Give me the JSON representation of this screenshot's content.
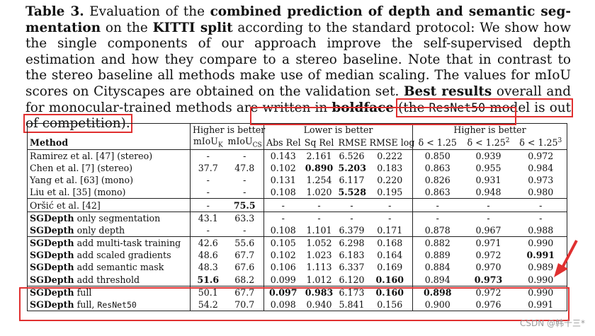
{
  "caption": {
    "label": "Table 3.",
    "t1": " Evaluation of the ",
    "b1": "combined prediction of depth and semantic seg-mentation",
    "t2": " on the ",
    "b2": "KITTI split",
    "t3": " according to the standard protocol: We show how the single components of our approach improve the self-supervised depth estimation and how they compare to a stereo baseline. Note that in contrast to the stereo baseline all methods make use of median scaling. The values for mIoU scores on Cityscapes are obtained on the validation set. ",
    "b3": "Best results",
    "t4": " overall and for monocular-trained methods are written in ",
    "b4": "boldface",
    "t5": " ",
    "hl_a": "(the ",
    "hl_mono": "ResNet50",
    "hl_b": " model is out of competition)."
  },
  "table": {
    "group_higher": "Higher is better",
    "group_lower": "Lower is better",
    "group_higher2": "Higher is better",
    "col_method": "Method",
    "col_miou_k": "mIoU",
    "col_miou_k_sub": "K",
    "col_miou_cs": "mIoU",
    "col_miou_cs_sub": "CS",
    "col_absrel": "Abs Rel",
    "col_sqrel": "Sq Rel",
    "col_rmse": "RMSE",
    "col_rmselog": "RMSE log",
    "col_d1": "δ < 1.25",
    "col_d2": "δ < 1.25",
    "col_d2_sup": "2",
    "col_d3": "δ < 1.25",
    "col_d3_sup": "3",
    "rows": [
      {
        "method": "Ramirez et al. [47] (stereo)",
        "mk": "-",
        "mcs": "-",
        "absrel": "0.143",
        "sqrel": "2.161",
        "rmse": "6.526",
        "rmselog": "0.222",
        "d1": "0.850",
        "d2": "0.939",
        "d3": "0.972"
      },
      {
        "method": "Chen et al. [7] (stereo)",
        "mk": "37.7",
        "mcs": "47.8",
        "absrel": "0.102",
        "sqrel": "0.890",
        "rmse": "5.203",
        "rmselog": "0.183",
        "d1": "0.863",
        "d2": "0.955",
        "d3": "0.984"
      },
      {
        "method": "Yang et al. [63] (mono)",
        "mk": "-",
        "mcs": "-",
        "absrel": "0.131",
        "sqrel": "1.254",
        "rmse": "6.117",
        "rmselog": "0.220",
        "d1": "0.826",
        "d2": "0.931",
        "d3": "0.973"
      },
      {
        "method": "Liu et al. [35] (mono)",
        "mk": "-",
        "mcs": "-",
        "absrel": "0.108",
        "sqrel": "1.020",
        "rmse": "5.528",
        "rmselog": "0.195",
        "d1": "0.863",
        "d2": "0.948",
        "d3": "0.980"
      },
      {
        "method": "Oršić et al. [42]",
        "mk": "-",
        "mcs": "75.5",
        "absrel": "-",
        "sqrel": "-",
        "rmse": "-",
        "rmselog": "-",
        "d1": "-",
        "d2": "-",
        "d3": "-"
      },
      {
        "m_bold": "SGDepth",
        "m_rest": " only segmentation",
        "mk": "43.1",
        "mcs": "63.3",
        "absrel": "-",
        "sqrel": "-",
        "rmse": "-",
        "rmselog": "-",
        "d1": "-",
        "d2": "-",
        "d3": "-"
      },
      {
        "m_bold": "SGDepth",
        "m_rest": " only depth",
        "mk": "-",
        "mcs": "-",
        "absrel": "0.108",
        "sqrel": "1.101",
        "rmse": "6.379",
        "rmselog": "0.171",
        "d1": "0.878",
        "d2": "0.967",
        "d3": "0.988"
      },
      {
        "m_bold": "SGDepth",
        "m_rest": " add multi-task training",
        "mk": "42.6",
        "mcs": "55.6",
        "absrel": "0.105",
        "sqrel": "1.052",
        "rmse": "6.298",
        "rmselog": "0.168",
        "d1": "0.882",
        "d2": "0.971",
        "d3": "0.990"
      },
      {
        "m_bold": "SGDepth",
        "m_rest": " add scaled gradients",
        "mk": "48.6",
        "mcs": "67.7",
        "absrel": "0.102",
        "sqrel": "1.023",
        "rmse": "6.183",
        "rmselog": "0.164",
        "d1": "0.889",
        "d2": "0.972",
        "d3": "0.991"
      },
      {
        "m_bold": "SGDepth",
        "m_rest": " add semantic mask",
        "mk": "48.3",
        "mcs": "67.6",
        "absrel": "0.106",
        "sqrel": "1.113",
        "rmse": "6.337",
        "rmselog": "0.169",
        "d1": "0.884",
        "d2": "0.970",
        "d3": "0.989"
      },
      {
        "m_bold": "SGDepth",
        "m_rest": " add threshold",
        "mk": "51.6",
        "mcs": "68.2",
        "absrel": "0.099",
        "sqrel": "1.012",
        "rmse": "6.120",
        "rmselog": "0.160",
        "d1": "0.894",
        "d2": "0.973",
        "d3": "0.990"
      },
      {
        "m_bold": "SGDepth",
        "m_rest": " full",
        "mk": "50.1",
        "mcs": "67.7",
        "absrel": "0.097",
        "sqrel": "0.983",
        "rmse": "6.173",
        "rmselog": "0.160",
        "d1": "0.898",
        "d2": "0.972",
        "d3": "0.990"
      },
      {
        "m_bold": "SGDepth",
        "m_rest": " full, ",
        "m_mono": "ResNet50",
        "mk": "54.2",
        "mcs": "70.7",
        "absrel": "0.098",
        "sqrel": "0.940",
        "rmse": "5.841",
        "rmselog": "0.156",
        "d1": "0.900",
        "d2": "0.976",
        "d3": "0.991"
      }
    ]
  },
  "annotation_color": "#e03030",
  "watermark": "CSDN @韩十三*"
}
